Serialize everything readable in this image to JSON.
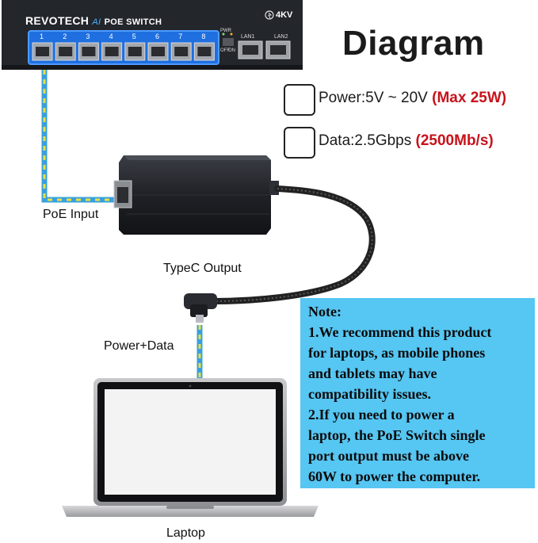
{
  "title": "Diagram",
  "specs": {
    "power": {
      "label": "Power:5V ~ 20V ",
      "highlight": "(Max 25W)",
      "icon": "ethernet-port-icon"
    },
    "data": {
      "label": "Data:2.5Gbps ",
      "highlight": "(2500Mb/s)",
      "icon": "signal-wave-icon"
    }
  },
  "switch": {
    "brand": "REVOTECH",
    "ai": "AI",
    "model": "POE SWITCH",
    "surge": "4KV",
    "port_numbers": [
      "1",
      "2",
      "3",
      "4",
      "5",
      "6",
      "7",
      "8"
    ],
    "lan_labels": [
      "LAN1",
      "LAN2"
    ],
    "switch_labels": [
      "PWR",
      "OFF",
      "ON"
    ]
  },
  "labels": {
    "poe_input": "PoE Input",
    "typec_output": "TypeC Output",
    "power_data": "Power+Data",
    "laptop": "Laptop"
  },
  "note": {
    "heading": "Note:",
    "lines": [
      "1.We recommend this product",
      "for laptops, as mobile phones",
      "and tablets may have",
      "compatibility issues.",
      "2.If you need to power a",
      "laptop, the PoE Switch single",
      "port output must be above",
      "60W to power the computer."
    ]
  },
  "colors": {
    "note_bg": "#56c6f2",
    "highlight": "#c8121b",
    "cable_blue": "#3aa0dc",
    "cable_yellow": "#e8e040",
    "port_border": "#2a6fd6"
  }
}
